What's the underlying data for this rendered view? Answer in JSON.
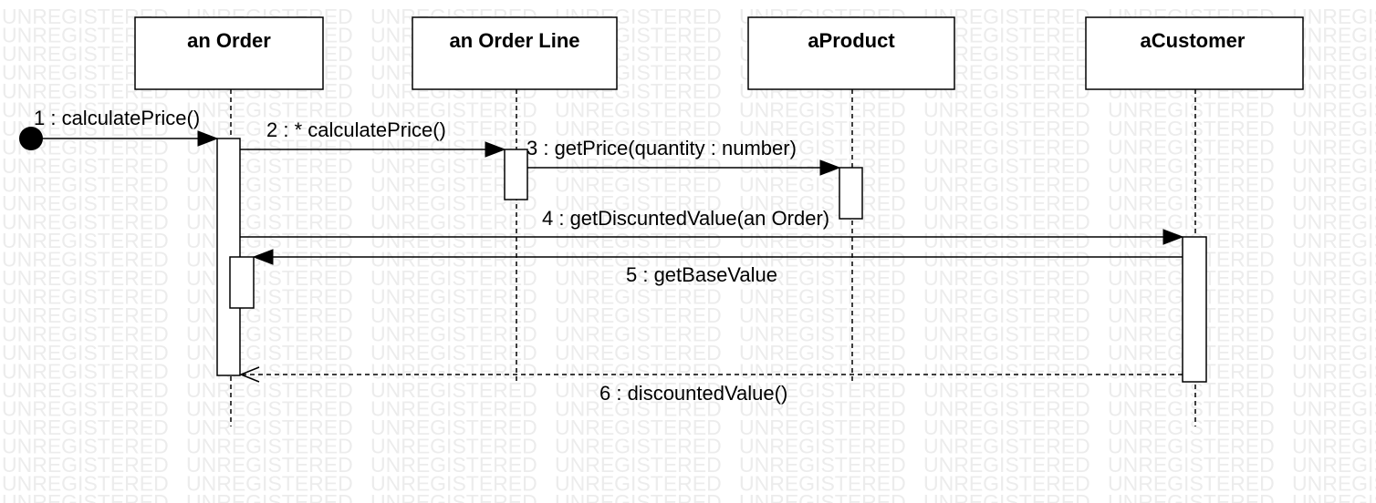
{
  "watermark": {
    "text": "UNREGISTERED"
  },
  "lifelines": [
    {
      "id": "order",
      "title": "an Order"
    },
    {
      "id": "orderline",
      "title": "an Order Line"
    },
    {
      "id": "product",
      "title": "aProduct"
    },
    {
      "id": "customer",
      "title": "aCustomer"
    }
  ],
  "messages": [
    {
      "label": "1 : calculatePrice()",
      "kind": "found"
    },
    {
      "label": "2 : * calculatePrice()",
      "kind": "sync"
    },
    {
      "label": "3 : getPrice(quantity : number)",
      "kind": "sync"
    },
    {
      "label": "4 : getDiscuntedValue(an Order)",
      "kind": "sync"
    },
    {
      "label": "5 : getBaseValue",
      "kind": "sync"
    },
    {
      "label": "6 : discountedValue()",
      "kind": "return"
    }
  ],
  "colors": {
    "line": "#000000",
    "watermark": "#ececec",
    "background": "#ffffff"
  }
}
